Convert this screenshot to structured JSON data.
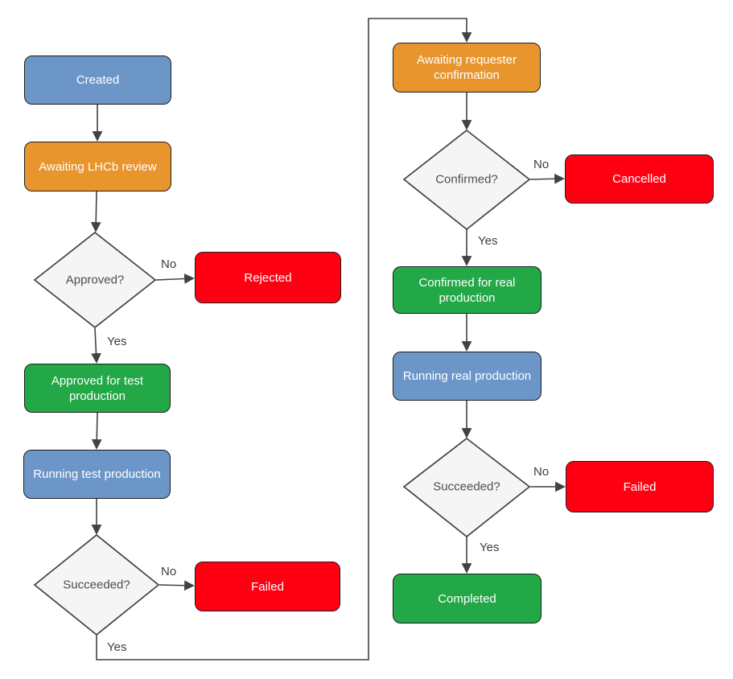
{
  "diagram": {
    "type": "flowchart",
    "description": "Production request lifecycle state flowchart",
    "nodes": {
      "created": {
        "label": "Created",
        "color": "blue"
      },
      "awaiting_lhcb_review": {
        "label": "Awaiting LHCb review",
        "color": "orange"
      },
      "approved_decision": {
        "label": "Approved?",
        "color": "gray"
      },
      "rejected": {
        "label": "Rejected",
        "color": "red"
      },
      "approved_for_test_production": {
        "label": "Approved for test production",
        "color": "green"
      },
      "running_test_production": {
        "label": "Running test production",
        "color": "blue"
      },
      "succeeded_test_decision": {
        "label": "Succeeded?",
        "color": "gray"
      },
      "failed_test": {
        "label": "Failed",
        "color": "red"
      },
      "awaiting_requester_confirmation": {
        "label": "Awaiting requester confirmation",
        "color": "orange"
      },
      "confirmed_decision": {
        "label": "Confirmed?",
        "color": "gray"
      },
      "cancelled": {
        "label": "Cancelled",
        "color": "red"
      },
      "confirmed_for_real_production": {
        "label": "Confirmed for real production",
        "color": "green"
      },
      "running_real_production": {
        "label": "Running real production",
        "color": "blue"
      },
      "succeeded_real_decision": {
        "label": "Succeeded?",
        "color": "gray"
      },
      "failed_real": {
        "label": "Failed",
        "color": "red"
      },
      "completed": {
        "label": "Completed",
        "color": "green"
      }
    },
    "edge_labels": {
      "approved_no": "No",
      "approved_yes": "Yes",
      "succeeded_test_no": "No",
      "succeeded_test_yes": "Yes",
      "confirmed_no": "No",
      "confirmed_yes": "Yes",
      "succeeded_real_no": "No",
      "succeeded_real_yes": "Yes"
    },
    "colors": {
      "blue": "#6d96c8",
      "orange": "#e8952e",
      "green": "#22a846",
      "red": "#ff0013",
      "decision_fill": "#f5f5f5",
      "stroke": "#424242",
      "node_text": "#ffffff",
      "decision_text": "#4d4d4d"
    }
  }
}
